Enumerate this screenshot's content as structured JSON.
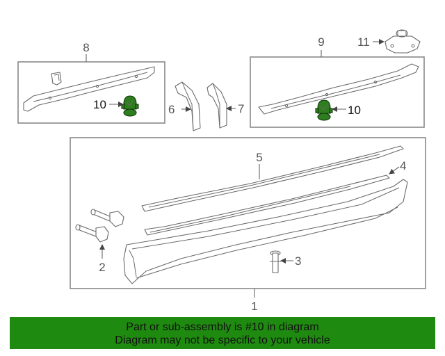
{
  "callouts": {
    "c1": "1",
    "c2": "2",
    "c3": "3",
    "c4": "4",
    "c5": "5",
    "c6": "6",
    "c7": "7",
    "c8": "8",
    "c9": "9",
    "c10a": "10",
    "c10b": "10",
    "c11": "11"
  },
  "footer": {
    "line1": "Part or sub-assembly is #10 in diagram",
    "line2": "Diagram may not be specific to your vehicle"
  },
  "colors": {
    "highlight_part": "#2e7d1f",
    "footer_bg": "#1f8a10"
  }
}
